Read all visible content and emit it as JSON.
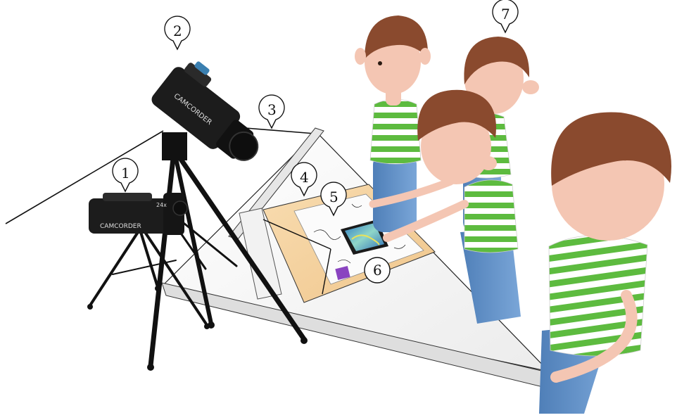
{
  "callouts": {
    "c1": "1",
    "c2": "2",
    "c3": "3",
    "c4": "4",
    "c5": "5",
    "c6": "6",
    "c7": "7"
  },
  "camera_brand": "CAMCORDER",
  "camera_badge": "24x",
  "colors": {
    "table_top": "#f7f7f7",
    "table_edge": "#d9d9d9",
    "paper_sheet": "#f4cf9b",
    "camera_body": "#1c1c1c",
    "tripod": "#111111",
    "hair": "#8a4a2e",
    "shirt_stripe": "#5dbb3f",
    "shirt_white": "#ffffff",
    "jeans": "#5f8fc6",
    "skin": "#f4c6b3",
    "tablet_screen": "#4aa3d8"
  }
}
